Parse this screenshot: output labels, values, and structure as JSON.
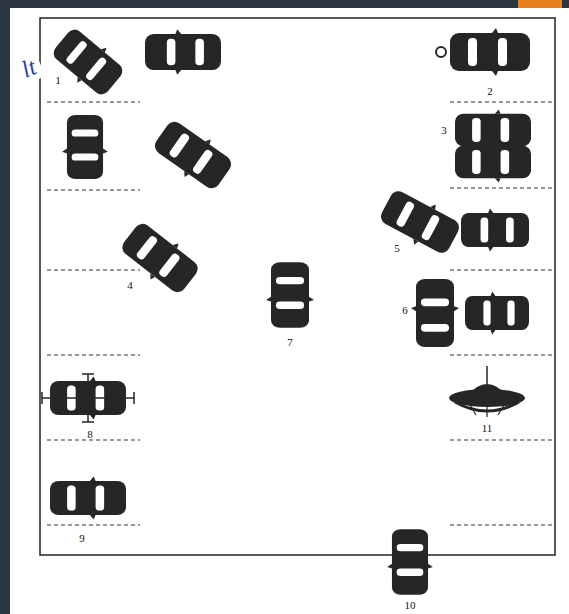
{
  "diagram": {
    "labels": [
      "lt",
      "1",
      "2",
      "3",
      "4",
      "5",
      "6",
      "7",
      "8",
      "9",
      "10",
      "11"
    ]
  }
}
